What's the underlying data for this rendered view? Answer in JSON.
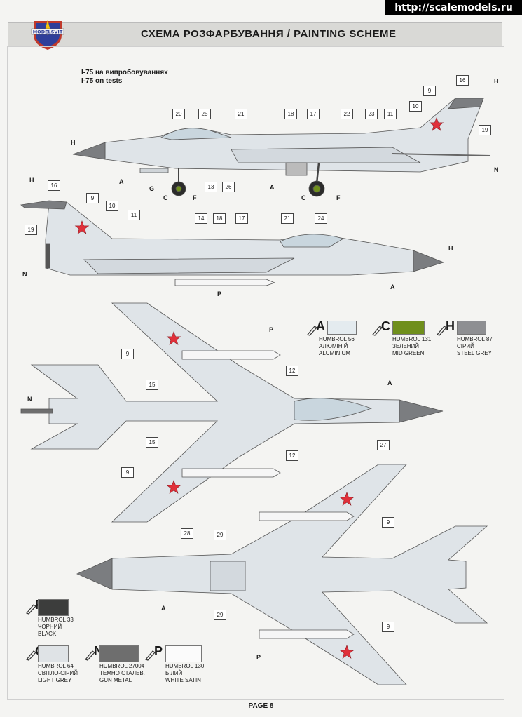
{
  "watermark": "http://scalemodels.ru",
  "logo_text": "MODELSVIT",
  "header": {
    "title": "СХЕМА РОЗФАРБУВАННЯ  / PAINTING  SCHEME"
  },
  "subtitle": {
    "line1": "І-75 на випробовуваннях",
    "line2": "I-75 on tests"
  },
  "page_label": "PAGE 8",
  "swatches": [
    {
      "code": "A",
      "color": "#e4ebef",
      "l1": "HUMBROL 56",
      "l2": "АЛЮМІНІЙ",
      "l3": "ALUMINIUM"
    },
    {
      "code": "C",
      "color": "#6f8f1c",
      "l1": "HUMBROL 131",
      "l2": "ЗЕЛЕНИЙ",
      "l3": "MID GREEN"
    },
    {
      "code": "H",
      "color": "#8e8f92",
      "l1": "HUMBROL 87",
      "l2": "СІРИЙ",
      "l3": "STEEL GREY"
    },
    {
      "code": "F",
      "color": "#3c3d3c",
      "l1": "HUMBROL 33",
      "l2": "ЧОРНИЙ",
      "l3": "BLACK"
    },
    {
      "code": "G",
      "color": "#dfe3e6",
      "l1": "HUMBROL 64",
      "l2": "СВІТЛО-СІРИЙ",
      "l3": "LIGHT GREY"
    },
    {
      "code": "N",
      "color": "#6e6e6e",
      "l1": "HUMBROL 27004",
      "l2": "ТЕМНО СТАЛЕВ.",
      "l3": "GUN METAL"
    },
    {
      "code": "P",
      "color": "#fbfbfb",
      "l1": "HUMBROL 130",
      "l2": "БІЛИЙ",
      "l3": "WHITE SATIN"
    }
  ],
  "callouts": [
    {
      "n": "20"
    },
    {
      "n": "25"
    },
    {
      "n": "21"
    },
    {
      "n": "18"
    },
    {
      "n": "17"
    },
    {
      "n": "22"
    },
    {
      "n": "23"
    },
    {
      "n": "11"
    },
    {
      "n": "10"
    },
    {
      "n": "9"
    },
    {
      "n": "16"
    },
    {
      "n": "19"
    },
    {
      "n": "13"
    },
    {
      "n": "26"
    },
    {
      "n": "16"
    },
    {
      "n": "9"
    },
    {
      "n": "10"
    },
    {
      "n": "11"
    },
    {
      "n": "19"
    },
    {
      "n": "14"
    },
    {
      "n": "18"
    },
    {
      "n": "17"
    },
    {
      "n": "21"
    },
    {
      "n": "24"
    },
    {
      "n": "9"
    },
    {
      "n": "15"
    },
    {
      "n": "12"
    },
    {
      "n": "27"
    },
    {
      "n": "15"
    },
    {
      "n": "12"
    },
    {
      "n": "9"
    },
    {
      "n": "28"
    },
    {
      "n": "29"
    },
    {
      "n": "9"
    },
    {
      "n": "29"
    },
    {
      "n": "9"
    }
  ],
  "tags": [
    "H",
    "A",
    "G",
    "C",
    "F",
    "A",
    "C",
    "F",
    "N",
    "H",
    "H",
    "N",
    "A",
    "P",
    "P",
    "N",
    "A",
    "H",
    "A",
    "P"
  ]
}
